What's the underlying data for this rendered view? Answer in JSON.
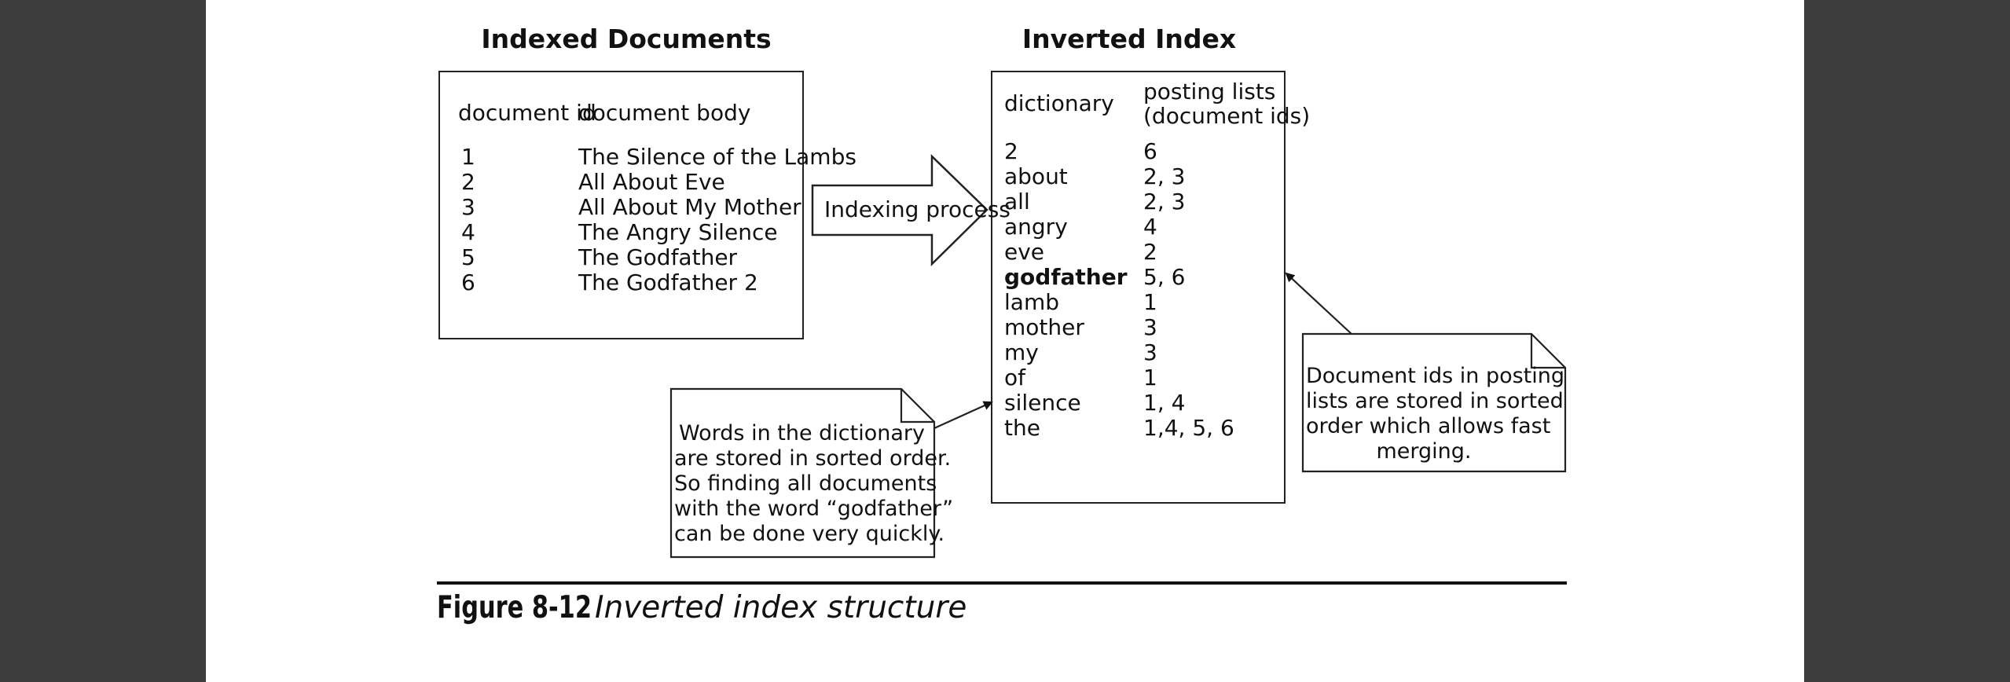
{
  "left_title": "Indexed Documents",
  "right_title": "Inverted Index",
  "documents": {
    "col1_header": "document id",
    "col2_header": "document body",
    "rows": [
      {
        "id": "1",
        "body": "The Silence of the Lambs"
      },
      {
        "id": "2",
        "body": "All About Eve"
      },
      {
        "id": "3",
        "body": "All About My Mother"
      },
      {
        "id": "4",
        "body": "The Angry Silence"
      },
      {
        "id": "5",
        "body": "The Godfather"
      },
      {
        "id": "6",
        "body": "The Godfather 2"
      }
    ]
  },
  "process_label": "Indexing process",
  "index": {
    "col1_header": "dictionary",
    "col2_header_line1": "posting lists",
    "col2_header_line2": "(document ids)",
    "rows": [
      {
        "term": "2",
        "postings": "6"
      },
      {
        "term": "about",
        "postings": "2, 3"
      },
      {
        "term": "all",
        "postings": "2, 3"
      },
      {
        "term": "angry",
        "postings": "4"
      },
      {
        "term": "eve",
        "postings": "2"
      },
      {
        "term": "godfather",
        "postings": "5, 6",
        "bold": true
      },
      {
        "term": "lamb",
        "postings": "1"
      },
      {
        "term": "mother",
        "postings": "3"
      },
      {
        "term": "my",
        "postings": "3"
      },
      {
        "term": "of",
        "postings": "1"
      },
      {
        "term": "silence",
        "postings": "1, 4"
      },
      {
        "term": "the",
        "postings": "1,4, 5, 6"
      }
    ]
  },
  "note_left": {
    "lines": [
      "Words in the dictionary",
      "are stored in sorted order.",
      "So finding all documents",
      "with the word “godfather”",
      "can be done very quickly."
    ]
  },
  "note_right": {
    "lines": [
      "Document ids in posting",
      "lists are stored in sorted",
      "order which allows fast",
      "merging."
    ]
  },
  "figure": {
    "number": "Figure 8-12",
    "caption": "Inverted index structure"
  }
}
